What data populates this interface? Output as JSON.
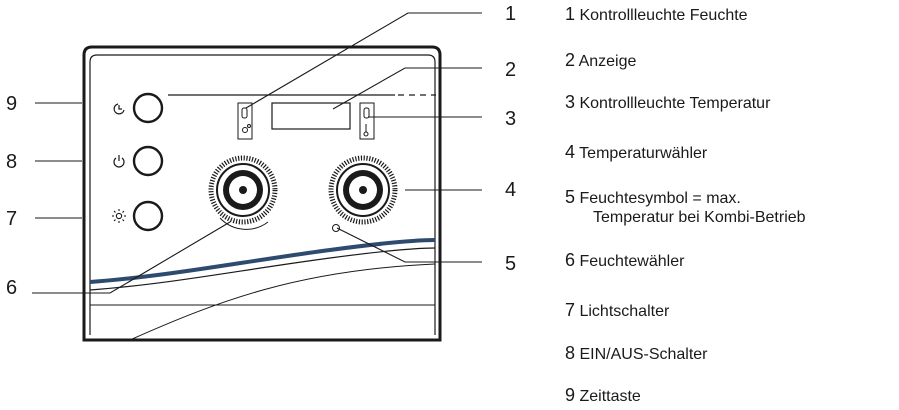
{
  "callouts": [
    "1",
    "2",
    "3",
    "4",
    "5",
    "6",
    "7",
    "8",
    "9"
  ],
  "legend": [
    {
      "num": "1",
      "text": "Kontrollleuchte Feuchte"
    },
    {
      "num": "2",
      "text": "Anzeige"
    },
    {
      "num": "3",
      "text": "Kontrollleuchte Temperatur"
    },
    {
      "num": "4",
      "text": "Temperaturwähler"
    },
    {
      "num": "5",
      "text": "Feuchtesymbol = max.",
      "text2": "Temperatur bei Kombi-Betrieb"
    },
    {
      "num": "6",
      "text": "Feuchtewähler"
    },
    {
      "num": "7",
      "text": "Lichtschalter"
    },
    {
      "num": "8",
      "text": "EIN/AUS-Schalter"
    },
    {
      "num": "9",
      "text": "Zeittaste"
    }
  ],
  "icons": {
    "button_top": "clock-icon",
    "button_middle": "power-icon",
    "button_bottom": "light-icon",
    "wave_color": "#2e4a6e"
  }
}
